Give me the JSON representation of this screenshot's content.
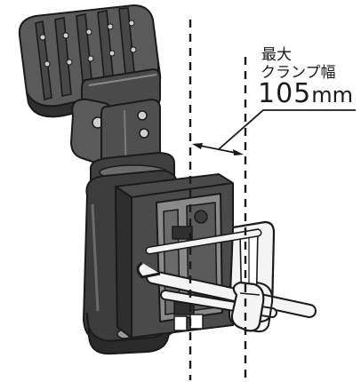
{
  "annotation": {
    "line1": "最大",
    "line2": "クランプ幅",
    "value": "105",
    "unit": "mm"
  },
  "colors": {
    "body_dark": "#3f3f3f",
    "body_mid": "#6b6b6b",
    "body_light": "#9a9a9a",
    "clamp_white": "#f4f4f4",
    "stroke": "#1a1a1a"
  },
  "icons": [
    "sensor-light-head",
    "mount-arm",
    "clamp-body",
    "clamp-screw",
    "dashed-guide-line",
    "dimension-arrow"
  ]
}
